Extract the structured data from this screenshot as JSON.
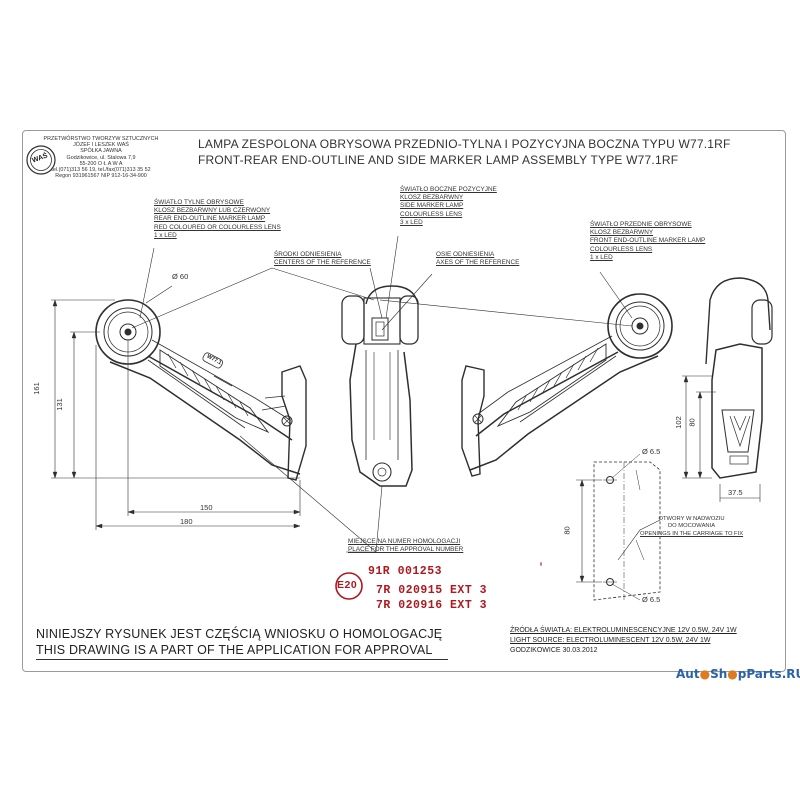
{
  "company": {
    "lines": [
      "PRZETWÓRSTWO TWORZYW SZTUCZNYCH",
      "JÓZEF I LESZEK WAŚ",
      "SPÓŁKA JAWNA",
      "Godzikowice, ul. Stalowa 7,9",
      "55-200   O Ł A W A",
      "tel.(071)313 56 19, tel./fax(071)313 35 52",
      "Regon 931961567 NIP 912-16-34-900"
    ],
    "logo_text": "WAŚ"
  },
  "title": {
    "line1": "LAMPA ZESPOLONA OBRYSOWA PRZEDNIO-TYLNA I POZYCYJNA BOCZNA TYPU W77.1RF",
    "line2": "FRONT-REAR END-OUTLINE AND SIDE MARKER LAMP ASSEMBLY TYPE W77.1RF"
  },
  "callouts": {
    "rear": [
      "ŚWIATŁO TYLNE OBRYSOWE",
      "KLOSZ BEZBARWNY LUB CZERWONY",
      "REAR END-OUTLINE MARKER LAMP",
      "RED COLOURED OR COLOURLESS LENS",
      "1 x LED"
    ],
    "side": [
      "ŚWIATŁO BOCZNE POZYCYJNE",
      "KLOSZ BEZBARWNY",
      "SIDE MARKER LAMP",
      "COLOURLESS LENS",
      "3 x LED"
    ],
    "front": [
      "ŚWIATŁO PRZEDNIE OBRYSOWE",
      "KLOSZ BEZBARWNY",
      "FRONT END-OUTLINE MARKER LAMP",
      "COLOURLESS LENS",
      "1 x LED"
    ],
    "centers": [
      "ŚRODKI ODNIESIENIA",
      "CENTERS OF THE REFERENCE"
    ],
    "axes": [
      "OSIE ODNIESIENIA",
      "AXES OF THE REFERENCE"
    ],
    "approval_place": [
      "MIEJSCE NA NUMER HOMOLOGACJI",
      "PLACE FOR THE APPROVAL NUMBER"
    ],
    "holes": [
      "OTWORY W NADWOZIU",
      "DO MOCOWANIA",
      "OPENINGS IN THE CARRIAGE TO FIX"
    ]
  },
  "dimensions": {
    "d60": "Ø 60",
    "h161": "161",
    "h131": "131",
    "w150": "150",
    "w180": "180",
    "h102": "102",
    "h80_side": "80",
    "w37_5": "37.5",
    "d6_5_top": "Ø 6.5",
    "d6_5_bottom": "Ø 6.5",
    "h80_holes": "80"
  },
  "embossing": {
    "arm_mark": "W77.1"
  },
  "approval": {
    "mark": "E20",
    "codes": [
      "91R   001253",
      "7R   020915   EXT 3",
      "7R   020916   EXT 3"
    ]
  },
  "footer": {
    "pl": "NINIEJSZY RYSUNEK JEST CZĘŚCIĄ WNIOSKU O  HOMOLOGACJĘ",
    "en": "THIS DRAWING IS A PART OF THE APPLICATION FOR  APPROVAL"
  },
  "light_source": {
    "pl": "ŹRÓDŁA ŚWIATŁA: ELEKTROLUMINESCENCYJNE  12V  0.5W, 24V  1W",
    "en": "LIGHT SOURCE: ELECTROLUMINESCENT  12V  0.5W, 24V  1W",
    "date": "GODZIKOWICE 30.03.2012"
  },
  "watermark": {
    "pre": "Aut",
    "mid": "Sh",
    "post": "pParts.RU"
  },
  "colors": {
    "line": "#2f2f2f",
    "approval_red": "#b01820",
    "watermark_blue": "#2a63a8",
    "watermark_orange": "#e07a1f"
  }
}
